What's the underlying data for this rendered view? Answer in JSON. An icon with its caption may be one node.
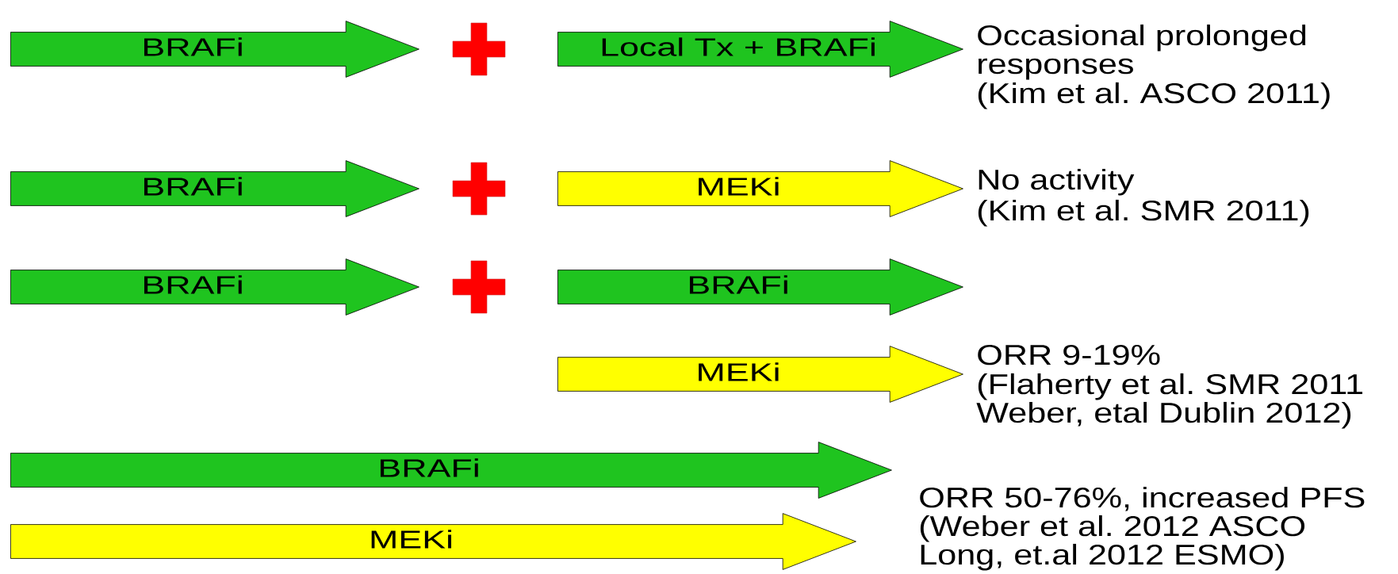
{
  "diagram": {
    "nodes": [
      {
        "text": [
          "BRAFi"
        ]
      },
      {
        "text": [
          "Local Tx + BRAFi"
        ]
      },
      {
        "text": [
          "BRAFi"
        ]
      },
      {
        "text": [
          "MEKi"
        ]
      },
      {
        "text": [
          "BRAFi"
        ]
      },
      {
        "text": [
          "BRAFi"
        ]
      },
      {
        "text": [
          "MEKi"
        ]
      },
      {
        "text": [
          "BRAFi"
        ]
      },
      {
        "text": [
          "MEKi"
        ]
      }
    ],
    "labels": [
      "Occasional prolonged responses",
      "(Kim et al. ASCO 2011)",
      "No activity",
      "(Kim et al. SMR 2011)",
      "ORR 9-19%",
      "(Flaherty et al. SMR 2011 Weber, etal Dublin 2012)",
      "ORR 50-76%, increased PFS",
      "(Weber et al. 2012 ASCO Long, et.al 2012 ESMO)"
    ]
  }
}
